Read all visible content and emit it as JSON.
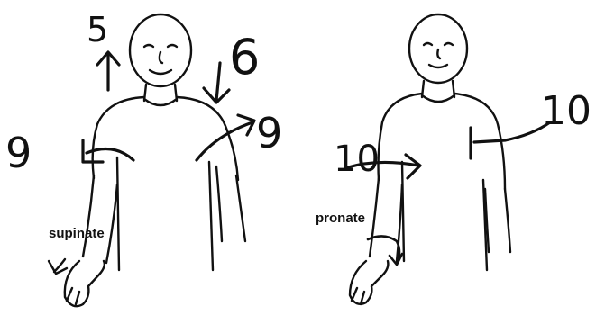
{
  "left_figure": {
    "labels": {
      "arrow_up_number": "5",
      "arrow_down_number": "6",
      "left_arm_number": "9",
      "right_arm_number": "9",
      "forearm_label": "supinate"
    }
  },
  "right_figure": {
    "labels": {
      "right_arm_number": "10",
      "left_arm_number": "10",
      "forearm_label": "pronate"
    }
  },
  "colors": {
    "ink": "#111111",
    "background": "#ffffff"
  }
}
